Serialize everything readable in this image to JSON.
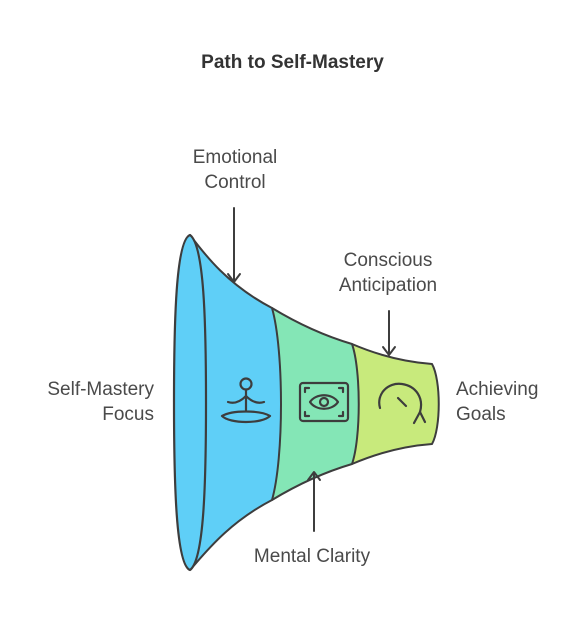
{
  "title": "Path to Self-Mastery",
  "labels": {
    "emotional_control": [
      "Emotional",
      "Control"
    ],
    "conscious_anticipation": [
      "Conscious",
      "Anticipation"
    ],
    "self_mastery_focus": [
      "Self-Mastery",
      "Focus"
    ],
    "achieving_goals": [
      "Achieving",
      "Goals"
    ],
    "mental_clarity": [
      "Mental Clarity"
    ]
  },
  "colors": {
    "segment_blue": "#5fcff7",
    "segment_green": "#84e6b6",
    "segment_lime": "#c8ea7c",
    "stroke": "#3d3d3d"
  },
  "icons": [
    "meditation-icon",
    "eye-frame-icon",
    "clockwise-arrow-icon"
  ]
}
